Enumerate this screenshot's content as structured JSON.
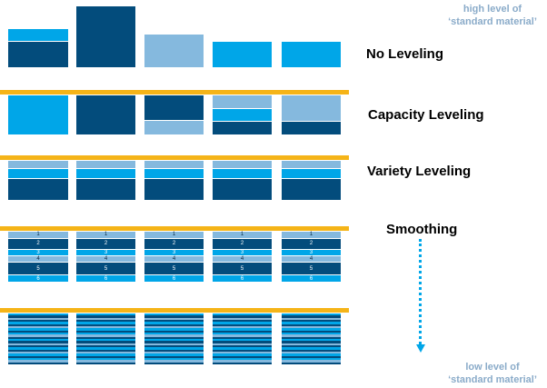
{
  "notes": {
    "top_line1": "high level of",
    "top_line2": "‘standard material’",
    "bottom_line1": "low level of",
    "bottom_line2": "‘standard material’"
  },
  "labels": {
    "no_leveling": "No Leveling",
    "capacity_leveling": "Capacity Leveling",
    "variety_leveling": "Variety Leveling",
    "smoothing": "Smoothing"
  },
  "smoothing_rows": [
    "1",
    "2",
    "3",
    "4",
    "5",
    "6"
  ],
  "colors": {
    "dark": "#034c7c",
    "mid": "#00a6e8",
    "light": "#85b9de",
    "bar": "#f5b418"
  }
}
